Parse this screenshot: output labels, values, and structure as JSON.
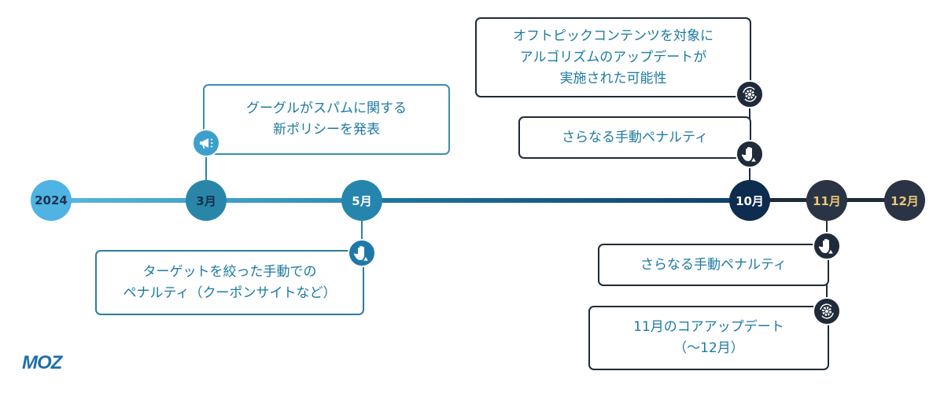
{
  "timeline": {
    "nodes": [
      {
        "label": "2024",
        "color": "#4fb3e3",
        "text_color": "#1a3550"
      },
      {
        "label": "3月",
        "color": "#2a86a8",
        "text_color": "#13304a"
      },
      {
        "label": "5月",
        "color": "#2585ad",
        "text_color": "#ffffff"
      },
      {
        "label": "10月",
        "color": "#0d2c4f",
        "text_color": "#ffffff"
      },
      {
        "label": "11月",
        "color": "#2b3444",
        "text_color": "#e8c77a"
      },
      {
        "label": "12月",
        "color": "#2b3444",
        "text_color": "#e8c77a"
      }
    ],
    "events": [
      {
        "month": "3月",
        "icon": "megaphone-icon",
        "text": "グーグルがスパムに関する\n新ポリシーを発表"
      },
      {
        "month": "5月",
        "icon": "hand-warning-icon",
        "text": "ターゲットを絞った手動での\nペナルティ（クーポンサイトなど）"
      },
      {
        "month": "10月",
        "icon": "gear-update-icon",
        "text": "オフトピックコンテンツを対象に\nアルゴリズムのアップデートが\n実施された可能性"
      },
      {
        "month": "10月",
        "icon": "hand-warning-icon",
        "text": "さらなる手動ペナルティ"
      },
      {
        "month": "11月",
        "icon": "hand-warning-icon",
        "text": "さらなる手動ペナルティ"
      },
      {
        "month": "11月",
        "icon": "gear-update-icon",
        "text": "11月のコアアップデート\n（～12月）"
      }
    ]
  },
  "logo": "MOZ"
}
